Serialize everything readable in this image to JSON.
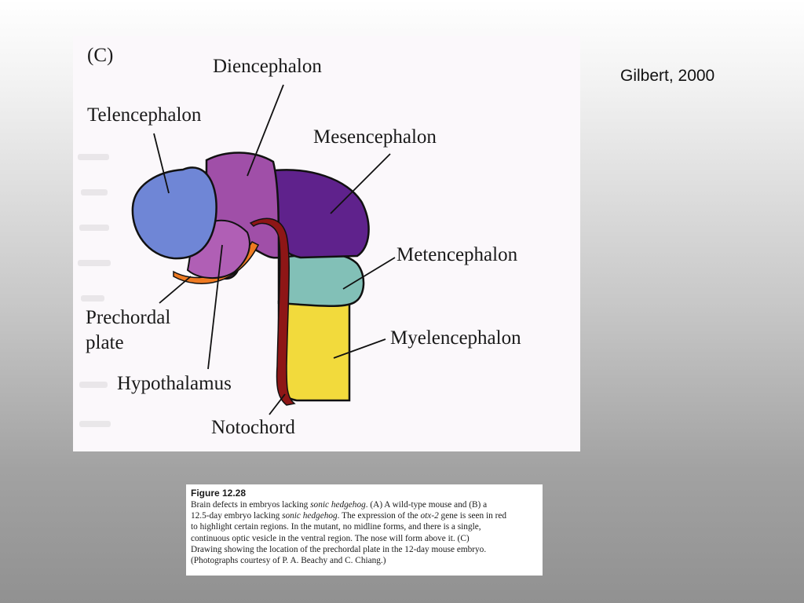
{
  "credit": "Gilbert, 2000",
  "panel_tag": "(C)",
  "labels": {
    "diencephalon": "Diencephalon",
    "telencephalon": "Telencephalon",
    "mesencephalon": "Mesencephalon",
    "metencephalon": "Metencephalon",
    "prechordal_1": "Prechordal",
    "prechordal_2": "plate",
    "myelencephalon": "Myelencephalon",
    "hypothalamus": "Hypothalamus",
    "notochord": "Notochord"
  },
  "region_colors": {
    "telencephalon": "#6f86d6",
    "diencephalon": "#a04fa8",
    "hypothalamus": "#b05fb5",
    "mesencephalon": "#5f228c",
    "metencephalon": "#82c0b7",
    "myelencephalon": "#f2da3c",
    "prechordal_plate": "#ee7a22",
    "notochord": "#8e1616"
  },
  "caption": {
    "title": "Figure 12.28",
    "line1": [
      "Brain defects in embryos lacking ",
      "sonic hedgehog",
      ". (A) A wild-type mouse and (B) a"
    ],
    "line2": [
      "12.5-day embryo lacking ",
      "sonic hedgehog",
      ". The expression of the ",
      "otx-2",
      " gene is seen in red"
    ],
    "line3": "to highlight certain regions. In the mutant, no midline forms, and there is a single,",
    "line4": "continuous optic vesicle in the ventral region. The nose will form above it. (C)",
    "line5": "Drawing showing the location of the prechordal plate in the 12-day mouse embryo.",
    "line6": "(Photographs courtesy of P. A. Beachy and C. Chiang.)"
  }
}
